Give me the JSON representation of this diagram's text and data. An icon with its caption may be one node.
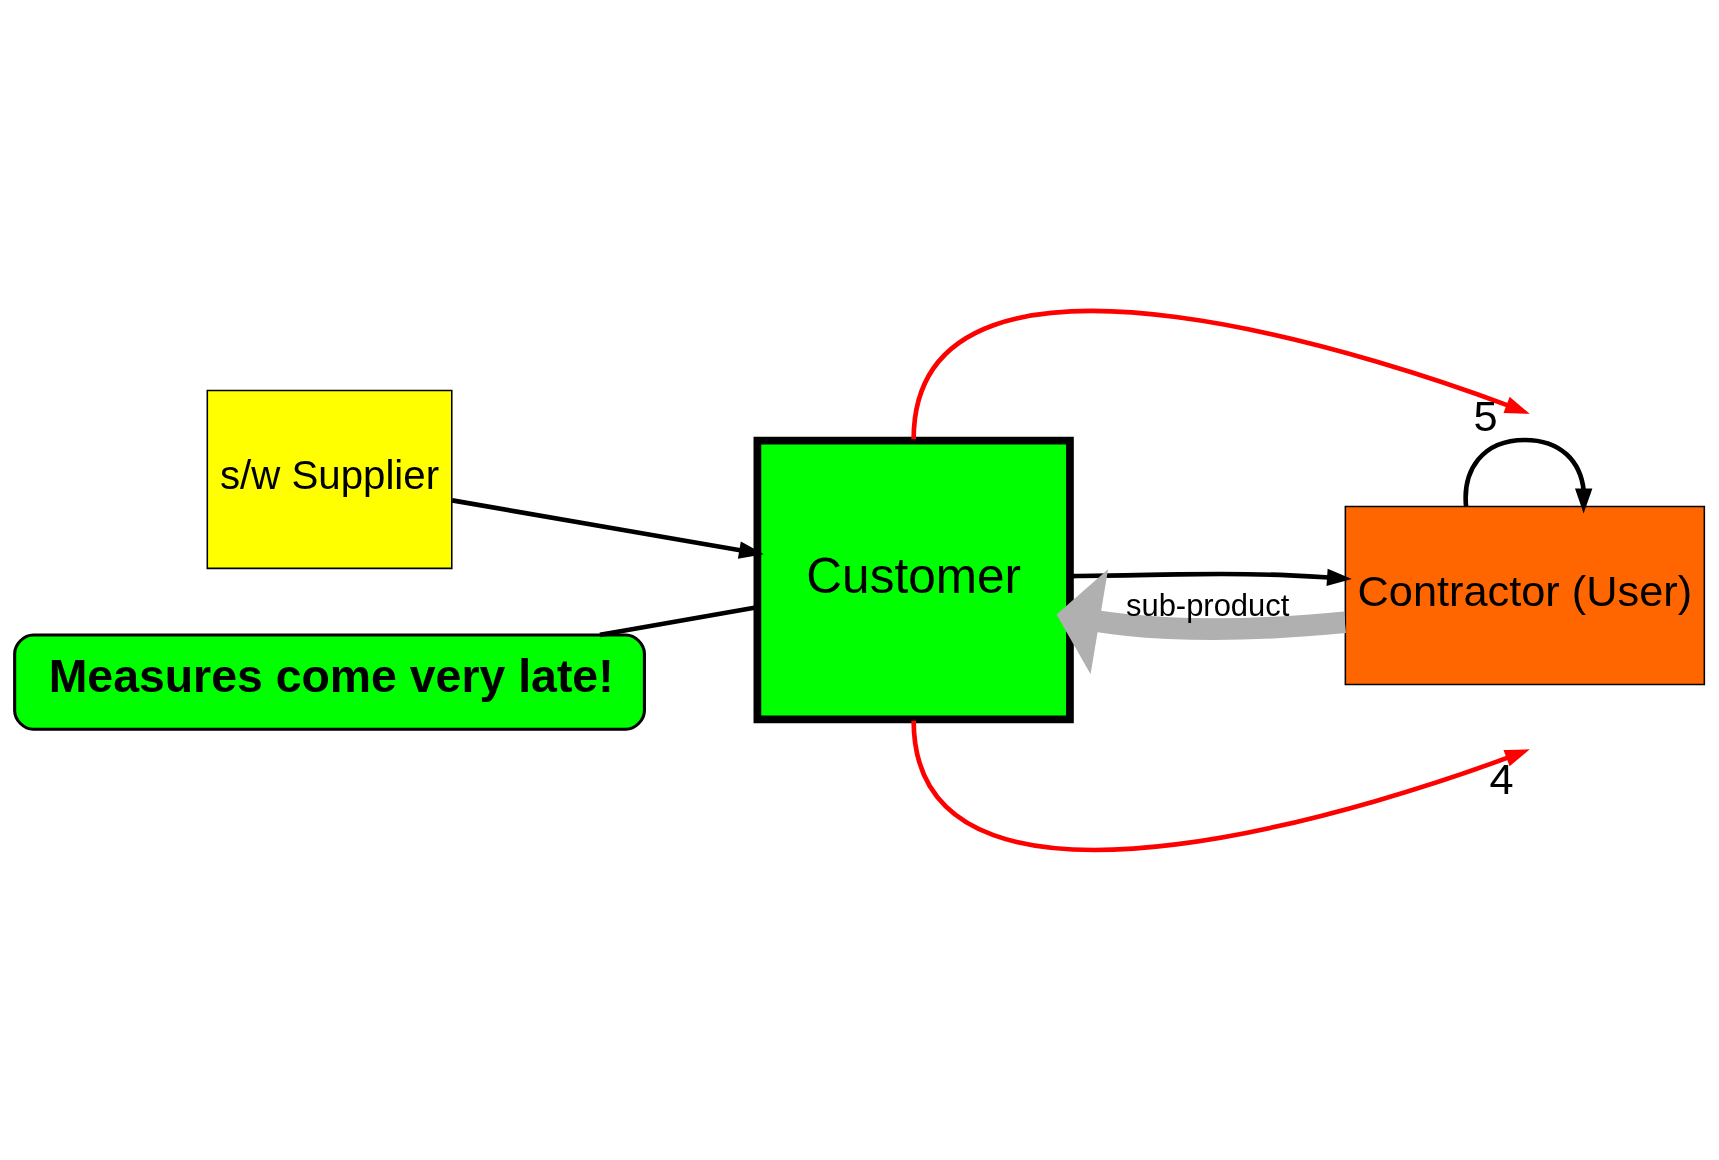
{
  "diagram": {
    "nodes": [
      {
        "text": [
          "s/w Supplier"
        ]
      },
      {
        "text": [
          "Customer"
        ]
      },
      {
        "text": [
          "Contractor (User)"
        ]
      },
      {
        "text": [
          "Measures come very late!"
        ]
      }
    ],
    "edges": [
      {
        "from": 0,
        "to": 1,
        "arrow": "to"
      },
      {
        "from": 1,
        "to": 2,
        "arrow": "to"
      },
      {
        "from": 2,
        "to": 1,
        "arrow": "to",
        "label": "sub-product",
        "style": "thick",
        "color": "#b0b0b0"
      },
      {
        "from": 1,
        "to": null,
        "arrow": "to",
        "label": "5",
        "color": "#ff0000"
      },
      {
        "from": 1,
        "to": null,
        "arrow": "to",
        "label": "4",
        "color": "#ff0000"
      },
      {
        "from": 2,
        "to": 2,
        "arrow": "to"
      },
      {
        "from": 3,
        "to": 1,
        "arrow": "none"
      }
    ]
  }
}
